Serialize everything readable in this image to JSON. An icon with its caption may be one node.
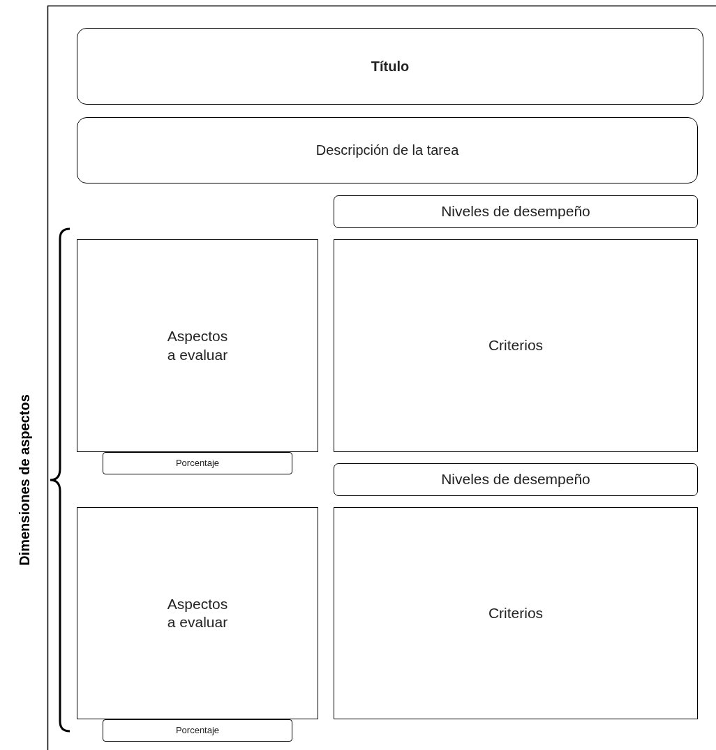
{
  "diagram": {
    "nodes": [
      {
        "text": [
          "Título"
        ]
      },
      {
        "text": [
          "Descripción de la tarea"
        ]
      },
      {
        "text": [
          "Niveles de desempeño"
        ]
      },
      {
        "text": [
          "Aspectos a evaluar"
        ]
      },
      {
        "text": [
          "Criterios"
        ]
      },
      {
        "text": [
          "Porcentaje"
        ]
      },
      {
        "text": [
          "Niveles de desempeño"
        ]
      },
      {
        "text": [
          "Aspectos a evaluar"
        ]
      },
      {
        "text": [
          "Criterios"
        ]
      },
      {
        "text": [
          "Porcentaje"
        ]
      }
    ],
    "labels": [
      "Dimensiones de aspectos"
    ]
  }
}
